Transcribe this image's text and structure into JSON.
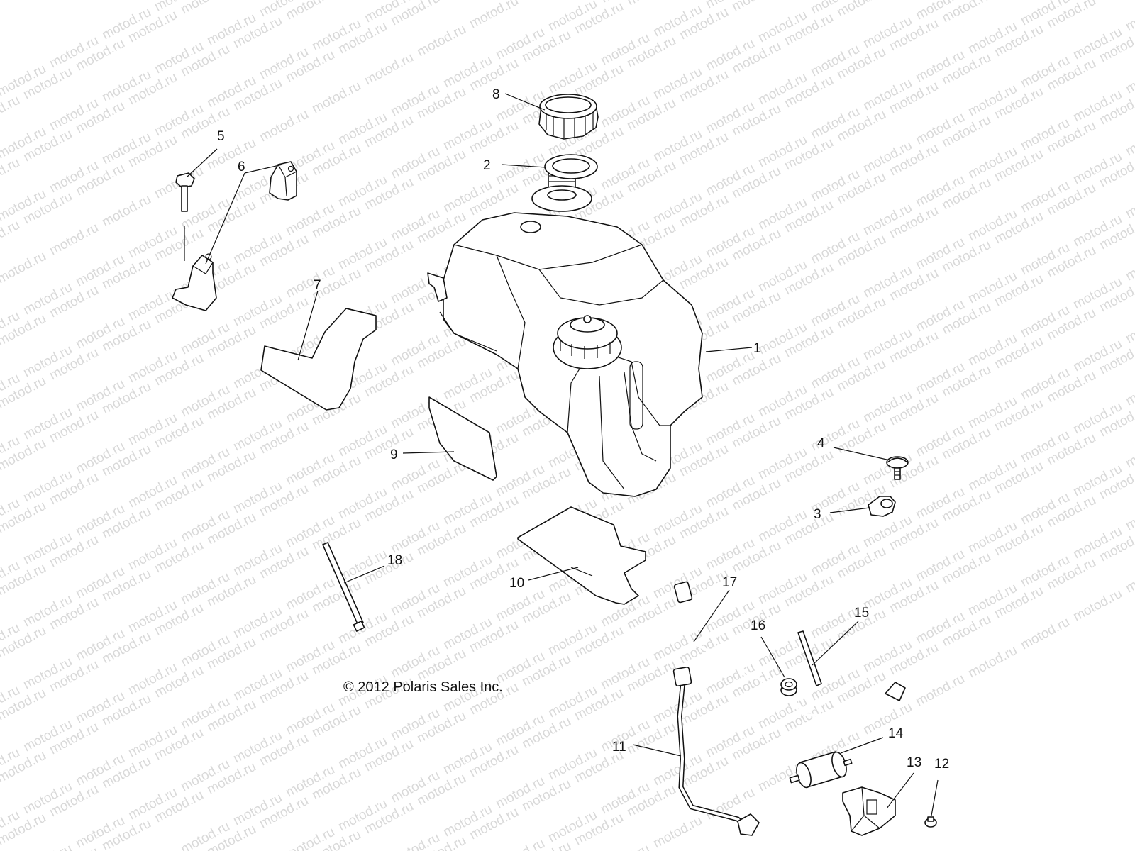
{
  "watermark_text": "motod.ru",
  "copyright": "© 2012 Polaris Sales Inc.",
  "callouts": [
    {
      "num": "1",
      "part": "fuel-tank"
    },
    {
      "num": "2",
      "part": "cap-gasket"
    },
    {
      "num": "3",
      "part": "hose-clip"
    },
    {
      "num": "4",
      "part": "push-rivet"
    },
    {
      "num": "5",
      "part": "bolt"
    },
    {
      "num": "6",
      "part": "mount-bracket"
    },
    {
      "num": "7",
      "part": "l-pad"
    },
    {
      "num": "8",
      "part": "fuel-cap"
    },
    {
      "num": "9",
      "part": "side-pad"
    },
    {
      "num": "10",
      "part": "bottom-pad"
    },
    {
      "num": "11",
      "part": "fuel-line-lower"
    },
    {
      "num": "12",
      "part": "screw"
    },
    {
      "num": "13",
      "part": "filter-bracket"
    },
    {
      "num": "14",
      "part": "fuel-filter"
    },
    {
      "num": "15",
      "part": "cable-tie-short"
    },
    {
      "num": "16",
      "part": "grommet"
    },
    {
      "num": "17",
      "part": "fuel-line-upper"
    },
    {
      "num": "18",
      "part": "cable-tie-long"
    }
  ]
}
